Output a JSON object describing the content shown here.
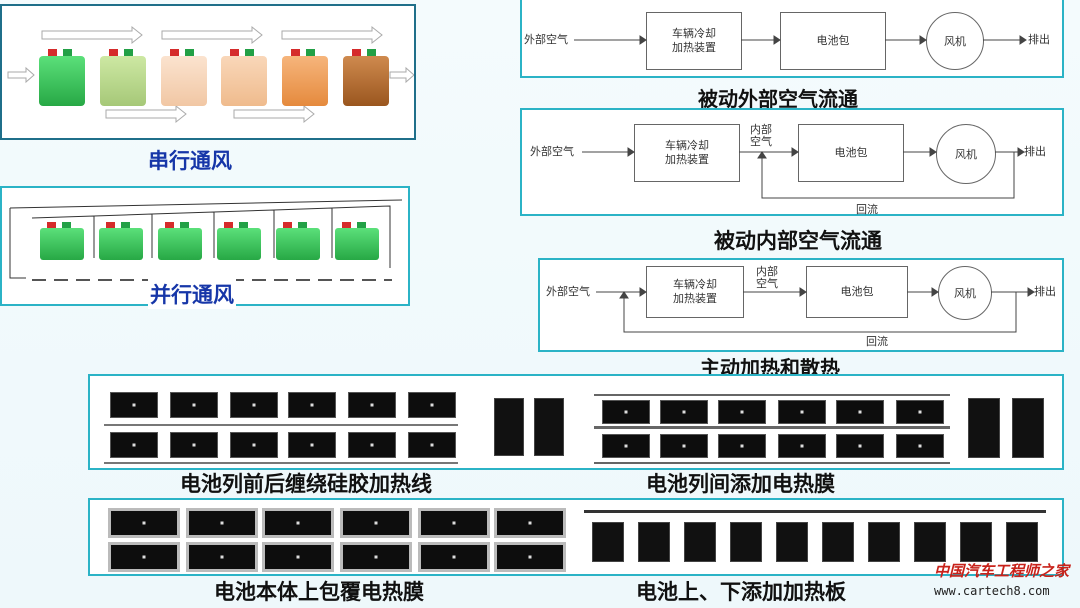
{
  "series_ventilation": {
    "title": "串行通风"
  },
  "parallel_ventilation": {
    "title": "并行通风"
  },
  "flow1": {
    "title": "被动外部空气流通",
    "external_air": "外部空气",
    "heater": "车辆冷却\n加热装置",
    "battery": "电池包",
    "fan": "风机",
    "exhaust": "排出"
  },
  "flow2": {
    "title": "被动内部空气流通",
    "external_air": "外部空气",
    "heater": "车辆冷却\n加热装置",
    "internal_air": "内部\n空气",
    "battery": "电池包",
    "fan": "风机",
    "exhaust": "排出",
    "return": "回流"
  },
  "flow3": {
    "title": "主动加热和散热",
    "external_air": "外部空气",
    "heater": "车辆冷却\n加热装置",
    "internal_air": "内部\n空气",
    "battery": "电池包",
    "fan": "风机",
    "exhaust": "排出",
    "return": "回流"
  },
  "heating": {
    "wire_wrap": "电池列前后缠绕硅胶加热线",
    "film_between": "电池列间添加电热膜",
    "film_cover": "电池本体上包覆电热膜",
    "plate": "电池上、下添加加热板"
  },
  "watermark": {
    "line1": "中国汽车工程师之家",
    "line2": "www.cartech8.com"
  },
  "colors": {
    "panel_border": "#2bb3c6",
    "caption_blue": "#1636a8",
    "cell_green": "#3ccb5a",
    "module_gradient": [
      "#3ccb5a",
      "#b7d98a",
      "#f5d2b7",
      "#f3c39b",
      "#ee9a55",
      "#b8682a"
    ]
  }
}
